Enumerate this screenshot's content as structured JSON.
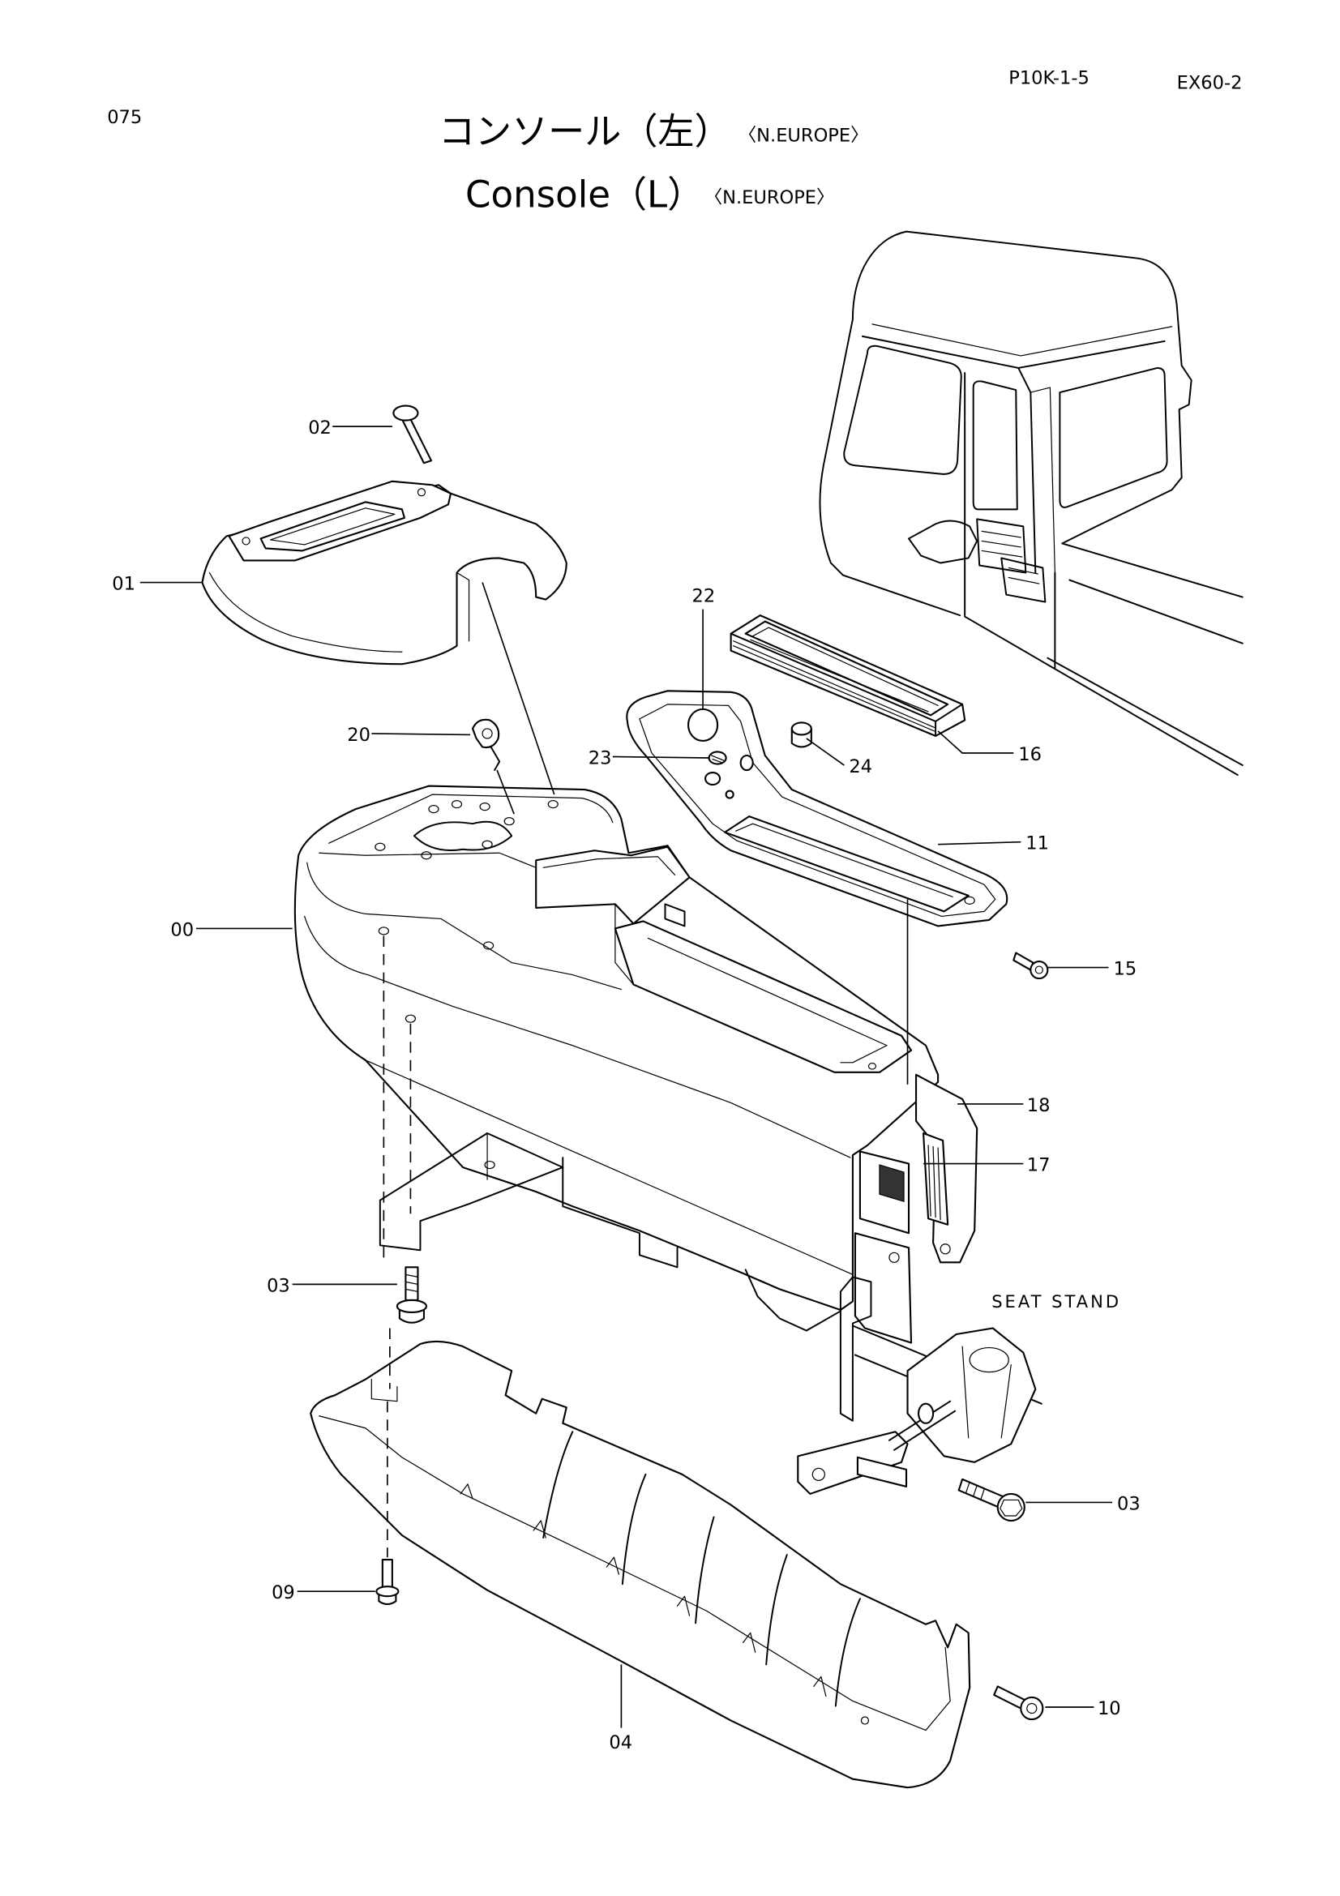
{
  "page": {
    "number": "075",
    "ref_code": "P10K-1-5",
    "model": "EX60-2"
  },
  "title": {
    "jp": "コンソール（左）",
    "en": "Console（L）",
    "region": "〈N.EUROPE〉"
  },
  "callouts": [
    {
      "label": "02"
    },
    {
      "label": "01"
    },
    {
      "label": "22"
    },
    {
      "label": "20"
    },
    {
      "label": "23"
    },
    {
      "label": "24"
    },
    {
      "label": "16"
    },
    {
      "label": "11"
    },
    {
      "label": "00"
    },
    {
      "label": "15"
    },
    {
      "label": "18"
    },
    {
      "label": "17"
    },
    {
      "label": "03"
    },
    {
      "label": "03"
    },
    {
      "label": "09"
    },
    {
      "label": "10"
    },
    {
      "label": "04"
    }
  ],
  "annotations": {
    "seat_stand": "SEAT STAND"
  },
  "colors": {
    "line": "#000000",
    "background": "#ffffff"
  }
}
